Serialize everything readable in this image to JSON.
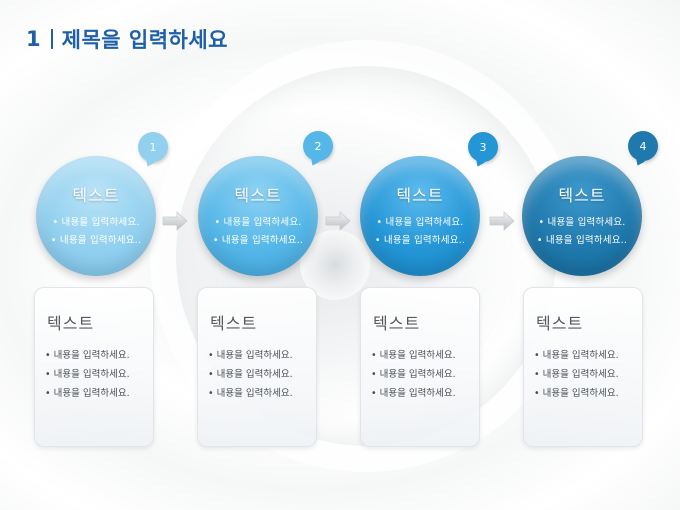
{
  "header": {
    "number": "1",
    "title": "제목을 입력하세요"
  },
  "steps": [
    {
      "badge": "1",
      "circle_title": "텍스트",
      "circle_lines": [
        "• 내용을 입력하세요.",
        "• 내용을 입력하세요.."
      ],
      "card_title": "텍스트",
      "card_items": [
        "• 내용을 입력하세요.",
        "• 내용을 입력하세요.",
        "• 내용을 입력하세요."
      ],
      "color": "#92d0ef"
    },
    {
      "badge": "2",
      "circle_title": "텍스트",
      "circle_lines": [
        "• 내용을 입력하세요.",
        "• 내용을 입력하세요.."
      ],
      "card_title": "텍스트",
      "card_items": [
        "• 내용을 입력하세요.",
        "• 내용을 입력하세요.",
        "• 내용을 입력하세요."
      ],
      "color": "#55b7e8"
    },
    {
      "badge": "3",
      "circle_title": "텍스트",
      "circle_lines": [
        "• 내용을 입력하세요.",
        "• 내용을 입력하세요.."
      ],
      "card_title": "텍스트",
      "card_items": [
        "• 내용을 입력하세요.",
        "• 내용을 입력하세요.",
        "• 내용을 입력하세요."
      ],
      "color": "#2496d6"
    },
    {
      "badge": "4",
      "circle_title": "텍스트",
      "circle_lines": [
        "• 내용을 입력하세요.",
        "• 내용을 입력하세요.."
      ],
      "card_title": "텍스트",
      "card_items": [
        "• 내용을 입력하세요.",
        "• 내용을 입력하세요.",
        "• 내용을 입력하세요."
      ],
      "color": "#1f79ad"
    }
  ]
}
